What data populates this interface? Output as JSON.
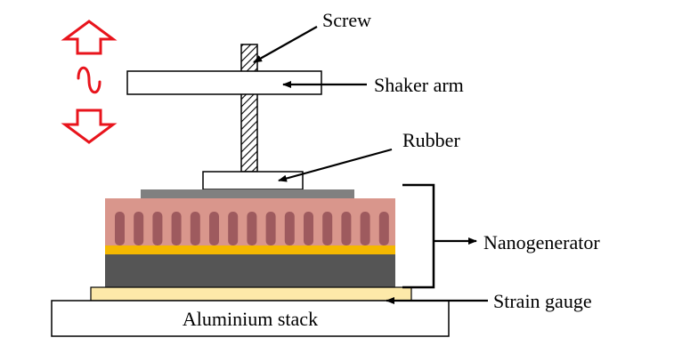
{
  "labels": {
    "screw": "Screw",
    "shaker_arm": "Shaker arm",
    "rubber": "Rubber",
    "nanogenerator": "Nanogenerator",
    "strain_gauge": "Strain gauge",
    "aluminium_stack": "Aluminium stack"
  },
  "icons": {
    "motion_up": "hollow-up-arrow-icon",
    "motion_wave": "sine-wave-icon",
    "motion_down": "hollow-down-arrow-icon"
  },
  "colors": {
    "motion_arrows": "#e8141c",
    "screw_hatch": "#000000",
    "electrode": "#808080",
    "nano_layer": "#d9968c",
    "nano_pillars": "#9e5a5e",
    "gold_layer": "#f5b800",
    "substrate": "#555555",
    "strain_gauge": "#fde9a9",
    "outline": "#000000"
  }
}
